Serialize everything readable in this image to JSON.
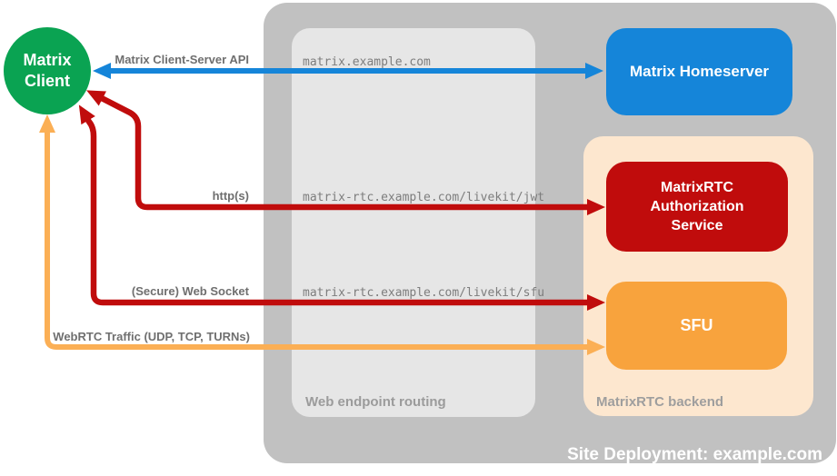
{
  "diagram": {
    "title": "Site Deployment: example.com",
    "client": {
      "label": "Matrix Client"
    },
    "nodes": {
      "homeserver": "Matrix Homeserver",
      "auth_service": "MatrixRTC Authorization Service",
      "sfu": "SFU"
    },
    "containers": {
      "routing_label": "Web endpoint routing",
      "backend_label": "MatrixRTC backend"
    },
    "routes": [
      {
        "host": "matrix.example.com"
      },
      {
        "host": "matrix-rtc.example.com/livekit/jwt"
      },
      {
        "host": "matrix-rtc.example.com/livekit/sfu"
      }
    ],
    "arrows": [
      {
        "label": "Matrix Client-Server API",
        "color": "#1585d9",
        "from": "Matrix Client",
        "to": "Matrix Homeserver",
        "bidirectional": true
      },
      {
        "label": "http(s)",
        "color": "#c00c0c",
        "from": "MatrixRTC Authorization Service",
        "to": "Matrix Client",
        "bidirectional": false
      },
      {
        "label": "(Secure) Web Socket",
        "color": "#c00c0c",
        "from": "SFU",
        "to": "Matrix Client",
        "bidirectional": false
      },
      {
        "label": "WebRTC Traffic (UDP, TCP, TURNs)",
        "color": "#fbaf55",
        "from": "SFU",
        "to": "Matrix Client",
        "bidirectional": false
      }
    ],
    "colors": {
      "client_green": "#0aa352",
      "homeserver_blue": "#1585d9",
      "auth_red": "#c00c0c",
      "sfu_orange": "#f8a33d",
      "webrtc_arrow_orange": "#fbaf55",
      "backend_peach": "#fde7cf",
      "deployment_gray": "#c1c1c1",
      "routing_gray": "#e6e6e6"
    }
  }
}
